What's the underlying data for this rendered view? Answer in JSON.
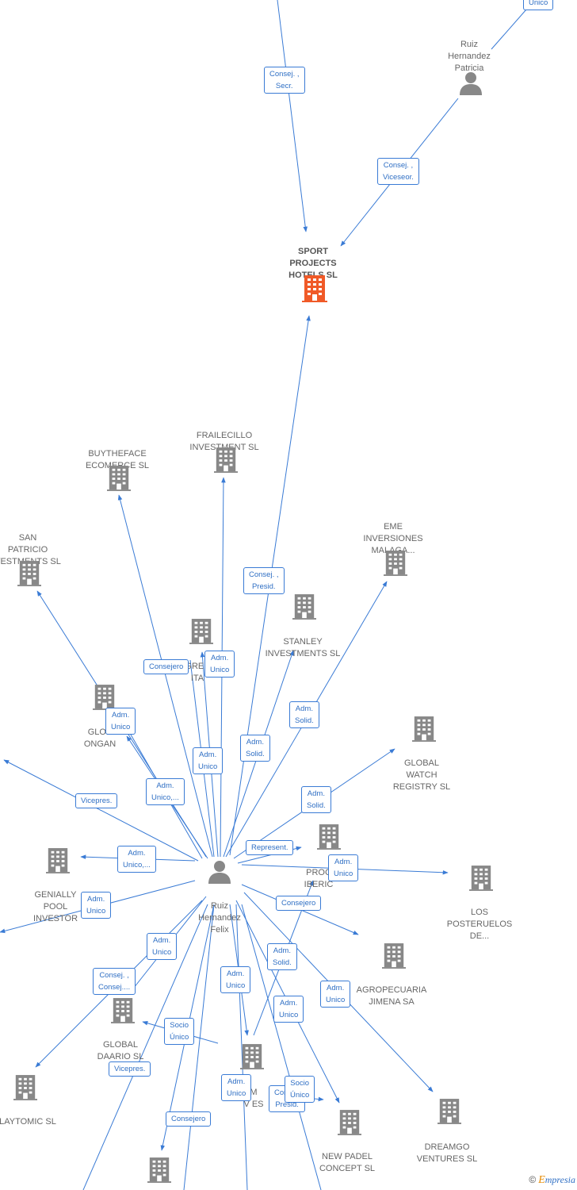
{
  "colors": {
    "edge": "#3a7bd5",
    "building": "#888888",
    "highlight": "#f05a28",
    "person": "#888888"
  },
  "nodes": [
    {
      "id": "sport",
      "type": "building-highlight",
      "label": "SPORT\nPROJECTS\nHOTELS  SL",
      "main": true
    },
    {
      "id": "patricia",
      "type": "person",
      "label": "Ruiz\nHernandez\nPatricia"
    },
    {
      "id": "felix",
      "type": "person",
      "label": "Ruiz\nHernandez\nFelix"
    },
    {
      "id": "frailecillo",
      "type": "building",
      "label": "FRAILECILLO\nINVESTMENT SL"
    },
    {
      "id": "buytheface",
      "type": "building",
      "label": "BUYTHEFACE\nECOMERCE  SL"
    },
    {
      "id": "sanpatricio",
      "type": "building",
      "label": "SAN\nPATRICIO\nVESTMENTS SL"
    },
    {
      "id": "eme",
      "type": "building",
      "label": "EME\nINVERSIONES\nMALAGA..."
    },
    {
      "id": "stanley",
      "type": "building",
      "label": "STANLEY\nINVESTMENTS SL"
    },
    {
      "id": "green",
      "type": "building",
      "label": "GREE\nITA"
    },
    {
      "id": "global_ongan",
      "type": "building",
      "label": "GLOB\nONGAN"
    },
    {
      "id": "global_watch",
      "type": "building",
      "label": "GLOBAL\nWATCH\nREGISTRY SL"
    },
    {
      "id": "genially",
      "type": "building",
      "label": "GENIALLY\nPOOL\nINVESTOR"
    },
    {
      "id": "proc",
      "type": "building",
      "label": "PROC\nIBERIC"
    },
    {
      "id": "posteruelos",
      "type": "building",
      "label": "LOS\nPOSTERUELOS\nDE..."
    },
    {
      "id": "agropecuaria",
      "type": "building",
      "label": "AGROPECUARIA\nJIMENA SA"
    },
    {
      "id": "daario",
      "type": "building",
      "label": "GLOBAL\nDAARIO  SL"
    },
    {
      "id": "vm",
      "type": "building",
      "label": "M\nV           ES"
    },
    {
      "id": "playtomic",
      "type": "building",
      "label": "LAYTOMIC  SL"
    },
    {
      "id": "newpadel",
      "type": "building",
      "label": "NEW PADEL\nCONCEPT  SL"
    },
    {
      "id": "dreamgo",
      "type": "building",
      "label": "DREAMGO\nVENTURES  SL"
    },
    {
      "id": "bottom",
      "type": "building",
      "label": ""
    }
  ],
  "badges": [
    {
      "id": "b_unico_top",
      "text": "Unico"
    },
    {
      "id": "b_secr",
      "text": "Consej. ,\nSecr."
    },
    {
      "id": "b_vicesecr",
      "text": "Consej. ,\nViceseor."
    },
    {
      "id": "b_presid",
      "text": "Consej. ,\nPresid."
    },
    {
      "id": "b_consejero1",
      "text": "Consejero"
    },
    {
      "id": "b_admunico_green",
      "text": "Adm.\nUnico"
    },
    {
      "id": "b_admunico_ongan",
      "text": "Adm.\nUnico"
    },
    {
      "id": "b_solid_stanley",
      "text": "Adm.\nSolid."
    },
    {
      "id": "b_solid_eme",
      "text": "Adm.\nSolid."
    },
    {
      "id": "b_admunico_frail",
      "text": "Adm.\nUnico"
    },
    {
      "id": "b_admunico_multi",
      "text": "Adm.\nUnico,..."
    },
    {
      "id": "b_vicepres1",
      "text": "Vicepres."
    },
    {
      "id": "b_solid_watch",
      "text": "Adm.\nSolid."
    },
    {
      "id": "b_represent",
      "text": "Represent."
    },
    {
      "id": "b_admunico_genially",
      "text": "Adm.\nUnico,..."
    },
    {
      "id": "b_admunico_proc",
      "text": "Adm.\nUnico"
    },
    {
      "id": "b_admunico_left",
      "text": "Adm.\nUnico"
    },
    {
      "id": "b_consejero2",
      "text": "Consejero"
    },
    {
      "id": "b_admunico_daario",
      "text": "Adm.\nUnico"
    },
    {
      "id": "b_consej_daario",
      "text": "Consej. ,\nConsej...."
    },
    {
      "id": "b_solid_vm",
      "text": "Adm.\nSolid."
    },
    {
      "id": "b_admunico_vm1",
      "text": "Adm.\nUnico"
    },
    {
      "id": "b_admunico_dreamgo",
      "text": "Adm.\nUnico"
    },
    {
      "id": "b_admunico_vm2",
      "text": "Adm.\nUnico"
    },
    {
      "id": "b_socio1",
      "text": "Socio\nÚnico"
    },
    {
      "id": "b_vicepres2",
      "text": "Vicepres."
    },
    {
      "id": "b_admunico_vm3",
      "text": "Adm.\nUnico"
    },
    {
      "id": "b_consej_presid2",
      "text": "Consej.\nPresid."
    },
    {
      "id": "b_socio2",
      "text": "Socio\nÚnico"
    },
    {
      "id": "b_consejero3",
      "text": "Consejero"
    }
  ],
  "brand": {
    "copyright": "©",
    "name_first": "E",
    "name_rest": "mpresia"
  }
}
